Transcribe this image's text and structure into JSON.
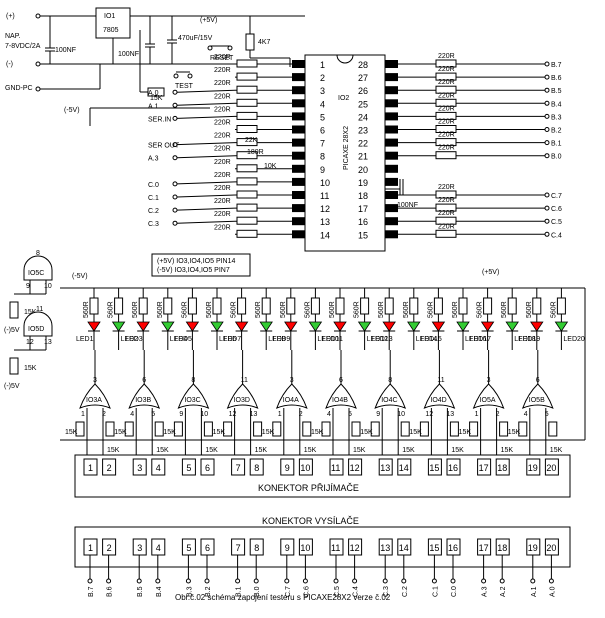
{
  "power": {
    "nap_label": "NAP.",
    "nap_voltage": "7-8VDC/2A",
    "plus": "(+)",
    "minus": "(-)",
    "gnd_pc": "GND-PC",
    "cap1": "100NF",
    "cap2": "100NF",
    "regulator_name": "IO1",
    "regulator_part": "7805",
    "plus5v": "(+5V)",
    "minus5v": "(-5V)",
    "cap_elec": "470uF/15V",
    "reset": "RESET",
    "test": "TEST",
    "r_reset": "4K7",
    "r_test": "15K"
  },
  "mcu": {
    "name": "IO2",
    "part": "PICAXE 28X2",
    "left_pins": [
      "1",
      "2",
      "3",
      "4",
      "5",
      "6",
      "7",
      "8",
      "9",
      "10",
      "11",
      "12",
      "13",
      "14"
    ],
    "right_pins": [
      "28",
      "27",
      "26",
      "25",
      "24",
      "23",
      "22",
      "21",
      "20",
      "19",
      "18",
      "17",
      "16",
      "15"
    ],
    "left_nets": [
      "",
      "",
      "A.0",
      "A.1",
      "SER.IN",
      "",
      "SER OUT",
      "A.3",
      "",
      "C.0",
      "C.1",
      "C.2",
      "C.3",
      ""
    ],
    "right_nets": [
      "B.7",
      "B.6",
      "B.5",
      "B.4",
      "B.3",
      "B.2",
      "B.1",
      "B.0",
      "",
      "",
      "C.7",
      "C.6",
      "C.5",
      "C.4"
    ],
    "r220": "220R",
    "r22k": "22K",
    "r180": "180R",
    "r10k": "10K",
    "cap3": "100NF"
  },
  "notes": [
    "(+5V) IO3,IO4,IO5 PIN14",
    "(-5V) IO3,IO4,IO5 PIN7"
  ],
  "aux_gates": [
    {
      "name": "IO5C",
      "pin_top": "8",
      "pin_l": "9",
      "pin_r": "10"
    },
    {
      "name": "IO5D",
      "pin_top": "11",
      "pin_l": "12",
      "pin_r": "13"
    }
  ],
  "aux_labels": {
    "r15k": "15K",
    "minus5v": "(-)5V"
  },
  "leds": [
    "LED1",
    "LED2",
    "LED3",
    "LED4",
    "LED5",
    "LED6",
    "LED7",
    "LED8",
    "LED9",
    "LED10",
    "LED11",
    "LED12",
    "LED13",
    "LED14",
    "LED15",
    "LED16",
    "LED17",
    "LED18",
    "LED19",
    "LED20"
  ],
  "led_res": "560R",
  "gates": [
    {
      "name": "IO3A",
      "out": "3",
      "in1": "1",
      "in2": "2"
    },
    {
      "name": "IO3B",
      "out": "6",
      "in1": "4",
      "in2": "5"
    },
    {
      "name": "IO3C",
      "out": "8",
      "in1": "9",
      "in2": "10"
    },
    {
      "name": "IO3D",
      "out": "11",
      "in1": "12",
      "in2": "13"
    },
    {
      "name": "IO4A",
      "out": "3",
      "in1": "1",
      "in2": "2"
    },
    {
      "name": "IO4B",
      "out": "6",
      "in1": "4",
      "in2": "5"
    },
    {
      "name": "IO4C",
      "out": "8",
      "in1": "9",
      "in2": "10"
    },
    {
      "name": "IO4D",
      "out": "11",
      "in1": "12",
      "in2": "13"
    },
    {
      "name": "IO5A",
      "out": "3",
      "in1": "1",
      "in2": "2"
    },
    {
      "name": "IO5B",
      "out": "6",
      "in1": "4",
      "in2": "5"
    }
  ],
  "gate_res": "15K",
  "receiver": {
    "title": "KONEKTOR PŘIJÍMAČE",
    "pins": [
      "1",
      "2",
      "3",
      "4",
      "5",
      "6",
      "7",
      "8",
      "9",
      "10",
      "11",
      "12",
      "13",
      "14",
      "15",
      "16",
      "17",
      "18",
      "19",
      "20"
    ]
  },
  "sender": {
    "title": "KONEKTOR VYSÍLAČE",
    "pins": [
      "1",
      "2",
      "3",
      "4",
      "5",
      "6",
      "7",
      "8",
      "9",
      "10",
      "11",
      "12",
      "13",
      "14",
      "15",
      "16",
      "17",
      "18",
      "19",
      "20"
    ],
    "nets": [
      "B.7",
      "B.6",
      "B.5",
      "B.4",
      "B.3",
      "B.2",
      "B.1",
      "B.0",
      "C.7",
      "C.6",
      "C.5",
      "C.4",
      "C.3",
      "C.2",
      "C.1",
      "C.0",
      "A.3",
      "A.2",
      "A.1",
      "A.0"
    ]
  },
  "caption": "Obr.č.02 schéma zapojení testeru s PICAXE28X2 verze č.02",
  "colors": {
    "led_red": "#ff0000",
    "led_green": "#33cc33"
  }
}
